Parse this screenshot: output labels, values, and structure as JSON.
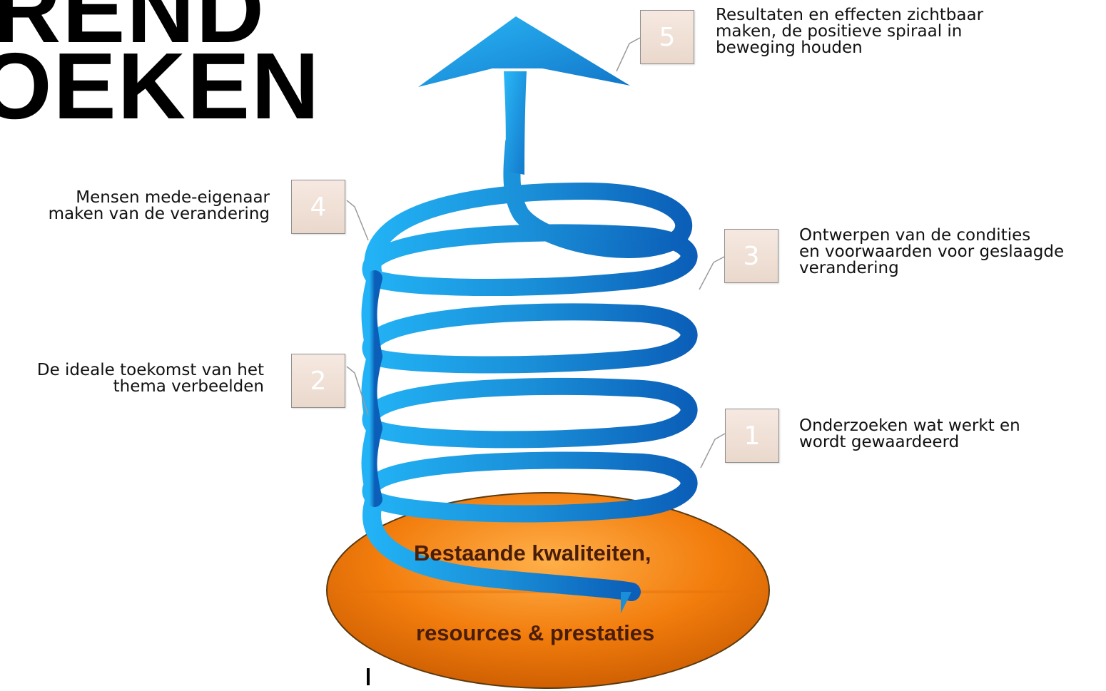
{
  "title": {
    "line1": "REND",
    "line2": "OEKEN"
  },
  "base": {
    "line1": "Bestaande kwaliteiten,",
    "line2": "resources & prestaties"
  },
  "steps": [
    {
      "number": "1",
      "text": "Onderzoeken wat werkt en\nwordt gewaardeerd"
    },
    {
      "number": "2",
      "text": "De ideale toekomst van het\nthema verbeelden"
    },
    {
      "number": "3",
      "text": "Ontwerpen van de condities\nen voorwaarden voor geslaagde\nverandering"
    },
    {
      "number": "4",
      "text": "Mensen mede-eigenaar\nmaken van de verandering"
    },
    {
      "number": "5",
      "text": "Resultaten en effecten zichtbaar\nmaken, de positieve spiraal in\nbeweging houden"
    }
  ],
  "colors": {
    "spiral_light": "#1ea9ef",
    "spiral_dark": "#0b5fb8",
    "base_orange": "#f0780a",
    "base_text": "#4a1d07"
  }
}
